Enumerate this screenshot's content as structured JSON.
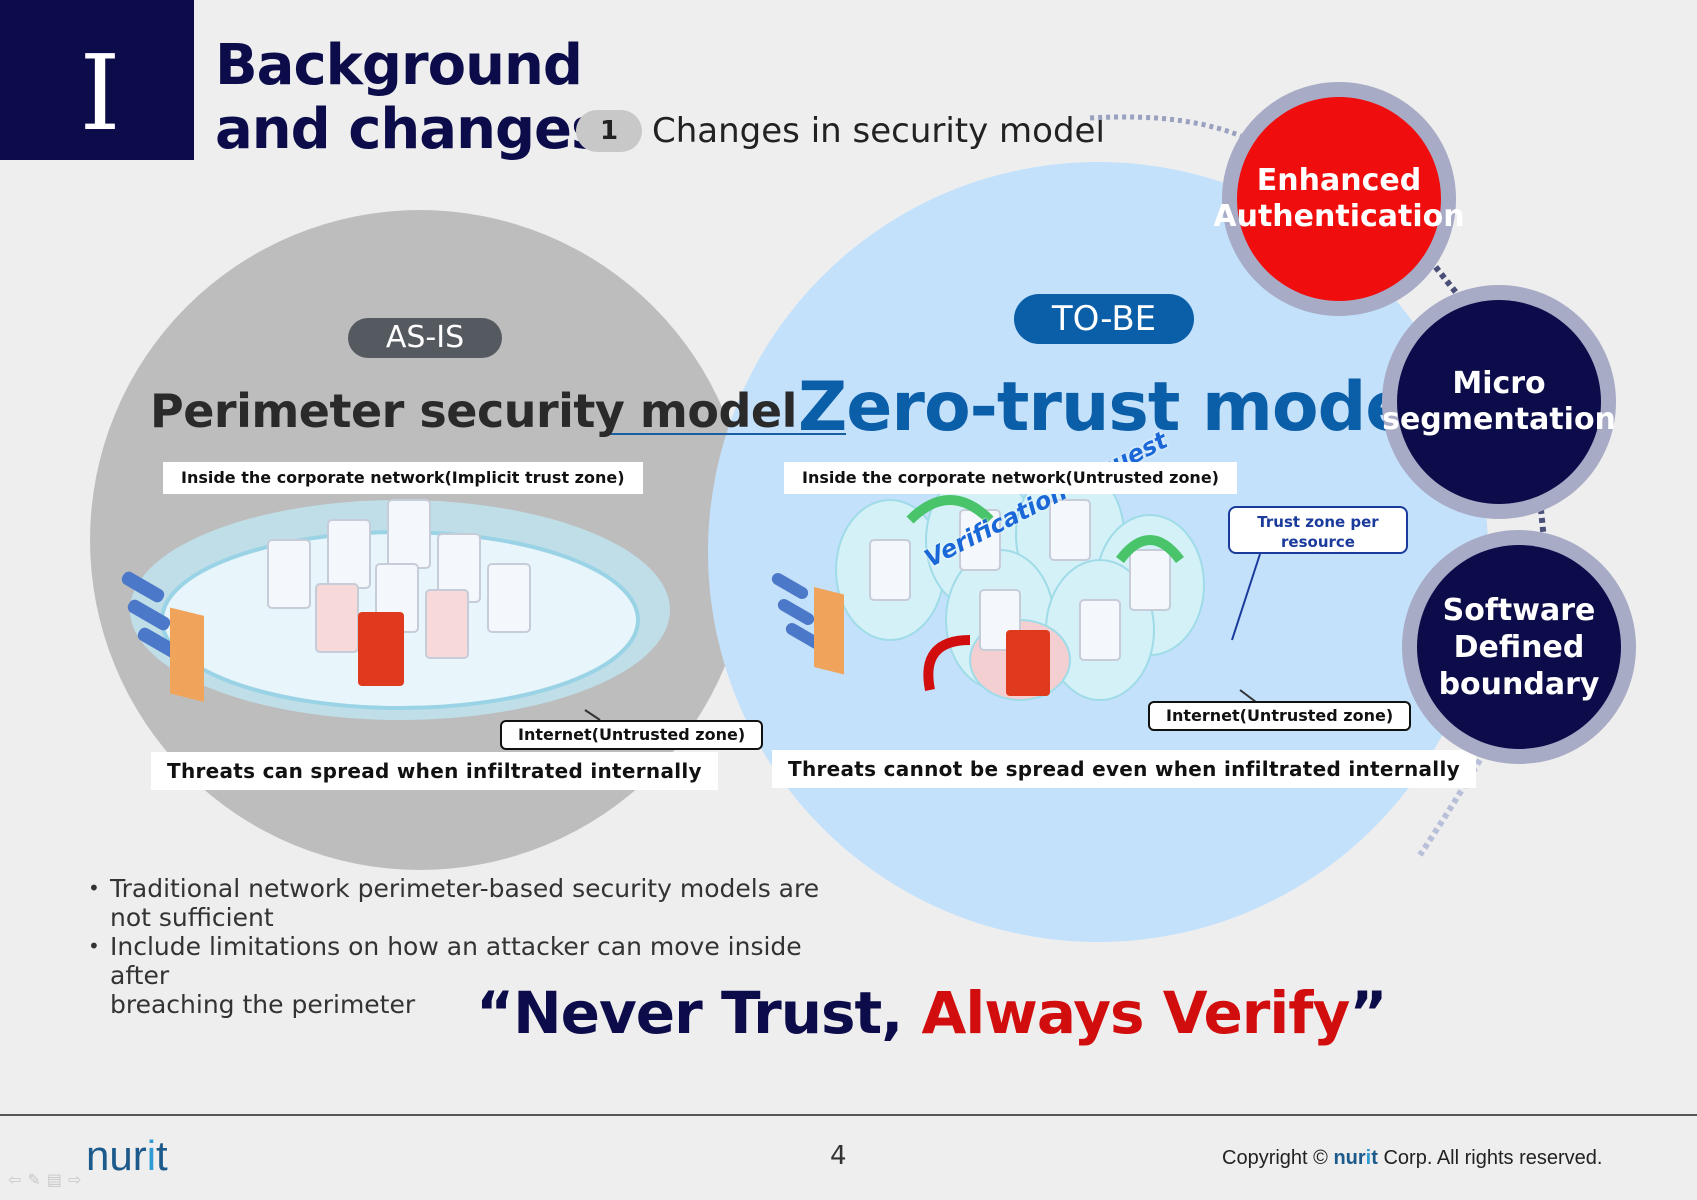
{
  "header": {
    "chapter_numeral": "I",
    "title_line1": "Background",
    "title_line2": "and changes",
    "section_number": "1",
    "section_title": "Changes in security model"
  },
  "as_is": {
    "tag": "AS-IS",
    "heading": "Perimeter security model",
    "inside_label": "Inside the corporate network(Implicit trust zone)",
    "internet_label": "Internet(Untrusted zone)",
    "caption": "Threats can spread when infiltrated internally"
  },
  "to_be": {
    "tag": "TO-BE",
    "heading": "Zero-trust model",
    "inside_label": "Inside the corporate network(Untrusted zone)",
    "verification_label": "Verification request",
    "trust_zone_label": "Trust zone per resource",
    "internet_label": "Internet(Untrusted zone)",
    "caption": "Threats cannot be spread even when infiltrated internally"
  },
  "pillars": [
    {
      "line1": "Enhanced",
      "line2": "Authentication",
      "color": "#ef0d0d"
    },
    {
      "line1": "Micro",
      "line2": "segmentation",
      "color": "#0c0c4a"
    },
    {
      "line1": "Software",
      "line2": "Defined",
      "line3": "boundary",
      "color": "#0c0c4a"
    }
  ],
  "bullets": [
    {
      "line1": "Traditional network perimeter-based security models are",
      "line2": "not sufficient"
    },
    {
      "line1": "Include limitations on how an attacker can move inside after",
      "line2": "breaching the perimeter"
    }
  ],
  "slogan": {
    "open_quote": "“",
    "part1": "Never Trust, ",
    "part2": "Always Verify",
    "close_quote": "”"
  },
  "footer": {
    "logo_part1": "nur",
    "logo_part2": "i",
    "logo_part3": "t",
    "page_number": "4",
    "copyright_prefix": "Copyright ©",
    "copyright_brand_1": "nur",
    "copyright_brand_2": "i",
    "copyright_brand_3": "t",
    "copyright_suffix": "Corp. All rights reserved."
  },
  "colors": {
    "navy": "#0c0c4a",
    "accent_blue": "#0b5ea8",
    "red": "#d10d0d"
  }
}
